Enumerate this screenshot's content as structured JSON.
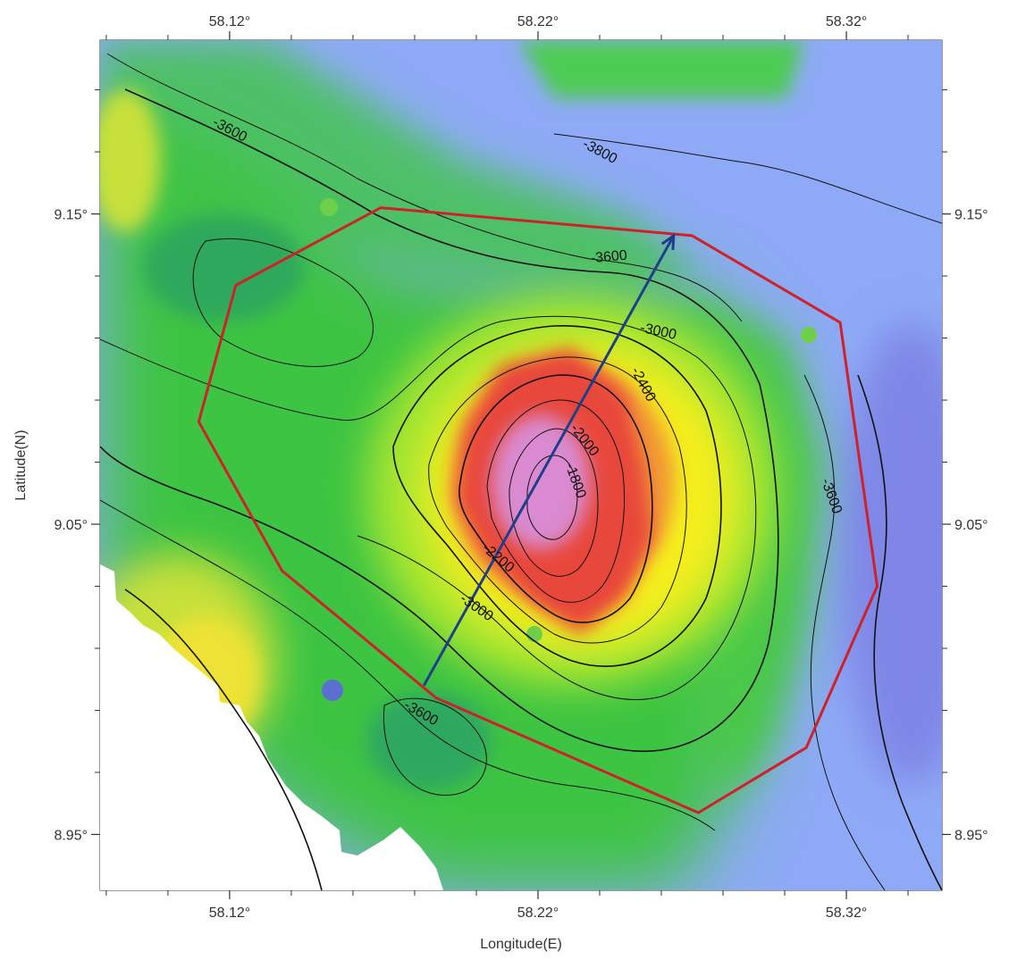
{
  "map": {
    "x_axis": {
      "title": "Longitude(E)",
      "ticks": [
        {
          "value": 58.12,
          "label": "58.12°"
        },
        {
          "value": 58.22,
          "label": "58.22°"
        },
        {
          "value": 58.32,
          "label": "58.32°"
        }
      ],
      "range": [
        58.078,
        58.351
      ]
    },
    "y_axis": {
      "title": "Latitude(N)",
      "ticks": [
        {
          "value": 9.15,
          "label": "9.15°"
        },
        {
          "value": 9.05,
          "label": "9.05°"
        },
        {
          "value": 8.95,
          "label": "8.95°"
        }
      ],
      "range": [
        8.932,
        9.206
      ]
    },
    "contour_labels": [
      {
        "text": "-3600",
        "lon": 58.12,
        "lat": 9.177,
        "rotate": 28
      },
      {
        "text": "-3800",
        "lon": 58.24,
        "lat": 9.17,
        "rotate": 28
      },
      {
        "text": "-3600",
        "lon": 58.243,
        "lat": 9.136,
        "rotate": -5
      },
      {
        "text": "-3000",
        "lon": 58.259,
        "lat": 9.112,
        "rotate": 12
      },
      {
        "text": "-2400",
        "lon": 58.254,
        "lat": 9.095,
        "rotate": 62
      },
      {
        "text": "-2000",
        "lon": 58.235,
        "lat": 9.077,
        "rotate": 52
      },
      {
        "text": "-1800",
        "lon": 58.232,
        "lat": 9.064,
        "rotate": 70
      },
      {
        "text": "-2200",
        "lon": 58.207,
        "lat": 9.039,
        "rotate": 40
      },
      {
        "text": "-3000",
        "lon": 58.2,
        "lat": 9.023,
        "rotate": 35
      },
      {
        "text": "-3600",
        "lon": 58.182,
        "lat": 8.989,
        "rotate": 30
      },
      {
        "text": "-3600",
        "lon": 58.315,
        "lat": 9.059,
        "rotate": 70
      }
    ],
    "survey_boundary": {
      "color": "#d0202a",
      "points": [
        [
          58.169,
          9.152
        ],
        [
          58.27,
          9.143
        ],
        [
          58.318,
          9.115
        ],
        [
          58.33,
          9.03
        ],
        [
          58.307,
          8.978
        ],
        [
          58.272,
          8.957
        ],
        [
          58.187,
          8.994
        ],
        [
          58.137,
          9.035
        ],
        [
          58.11,
          9.083
        ],
        [
          58.122,
          9.127
        ]
      ]
    },
    "profile_line": {
      "color": "#1e3f8c",
      "start": [
        58.183,
        8.998
      ],
      "end": [
        58.264,
        9.143
      ]
    },
    "colors": {
      "deep_blue": "#8ea6ff",
      "green": "#33c24a",
      "yellow": "#f5ee1c",
      "red": "#ea4a3c",
      "summit": "#d888d0"
    }
  }
}
